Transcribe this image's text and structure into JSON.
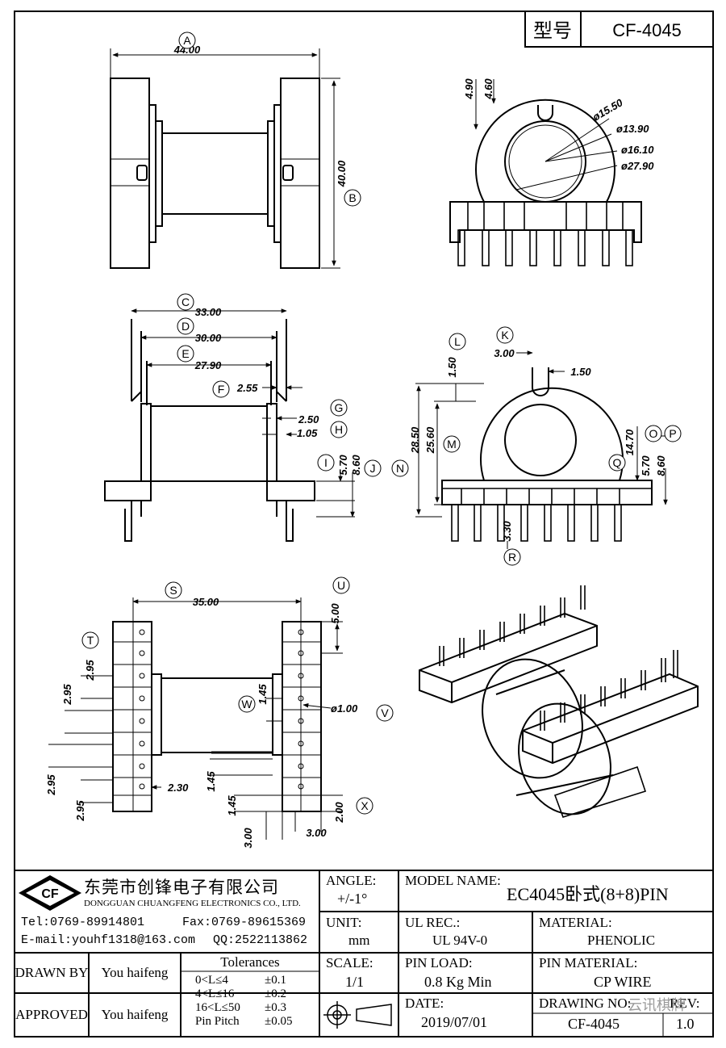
{
  "header": {
    "type_label": "型号",
    "model_code": "CF-4045"
  },
  "views": {
    "side_top": {
      "dims": [
        "44.00",
        "40.00"
      ],
      "circles": [
        "A",
        "B"
      ]
    },
    "front_top": {
      "dims": [
        "4.90",
        "4.60",
        "ø15.50",
        "ø13.90",
        "ø16.10",
        "ø27.90"
      ]
    },
    "side_mid": {
      "dims": [
        "33.00",
        "30.00",
        "27.90",
        "2.55",
        "2.50",
        "1.05",
        "5.70",
        "8.60"
      ],
      "circles": [
        "C",
        "D",
        "E",
        "F",
        "G",
        "H",
        "I",
        "J"
      ]
    },
    "front_mid": {
      "dims": [
        "1.50",
        "3.00",
        "1.50",
        "28.50",
        "25.60",
        "14.70",
        "5.70",
        "8.60",
        "3.30"
      ],
      "circles": [
        "L",
        "K",
        "M",
        "N",
        "O",
        "P",
        "Q",
        "R"
      ]
    },
    "bottom": {
      "dims": [
        "35.00",
        "5.00",
        "2.95",
        "2.95",
        "1.45",
        "ø1.00",
        "2.30",
        "1.45",
        "1.45",
        "2.95",
        "2.95",
        "2.00",
        "3.00",
        "3.00"
      ],
      "circles": [
        "S",
        "T",
        "U",
        "V",
        "W",
        "X"
      ]
    }
  },
  "title_block": {
    "company_cn": "东莞市创锋电子有限公司",
    "company_en": "DONGGUAN CHUANGFENG ELECTRONICS CO., LTD.",
    "logo_text": "CF",
    "tel": "Tel:0769-89914801",
    "fax": "Fax:0769-89615369",
    "email": "E-mail:youhf1318@163.com",
    "qq": "QQ:2522113862",
    "angle_label": "ANGLE:",
    "angle_value": "+/-1°",
    "model_name_label": "MODEL NAME:",
    "model_name_value": "EC4045卧式(8+8)PIN",
    "unit_label": "UNIT:",
    "unit_value": "mm",
    "ul_label": "UL REC.:",
    "ul_value": "UL 94V-0",
    "material_label": "MATERIAL:",
    "material_value": "PHENOLIC",
    "drawn_by_label": "DRAWN BY",
    "drawn_by_value": "You haifeng",
    "tolerances_label": "Tolerances",
    "tolerances": [
      {
        "range": "0<L≤4",
        "tol": "±0.1"
      },
      {
        "range": "4<L≤16",
        "tol": "±0.2"
      },
      {
        "range": "16<L≤50",
        "tol": "±0.3"
      },
      {
        "range": "Pin Pitch",
        "tol": "±0.05"
      }
    ],
    "scale_label": "SCALE:",
    "scale_value": "1/1",
    "pin_load_label": "PIN LOAD:",
    "pin_load_value": "0.8 Kg Min",
    "pin_material_label": "PIN MATERIAL:",
    "pin_material_value": "CP WIRE",
    "approved_label": "APPROVED",
    "approved_value": "You haifeng",
    "date_label": "DATE:",
    "date_value": "2019/07/01",
    "drawing_no_label": "DRAWING NO:",
    "drawing_no_value": "CF-4045",
    "rev_label": "REV:",
    "rev_value": "1.0",
    "watermark": "云讯棋牌"
  }
}
